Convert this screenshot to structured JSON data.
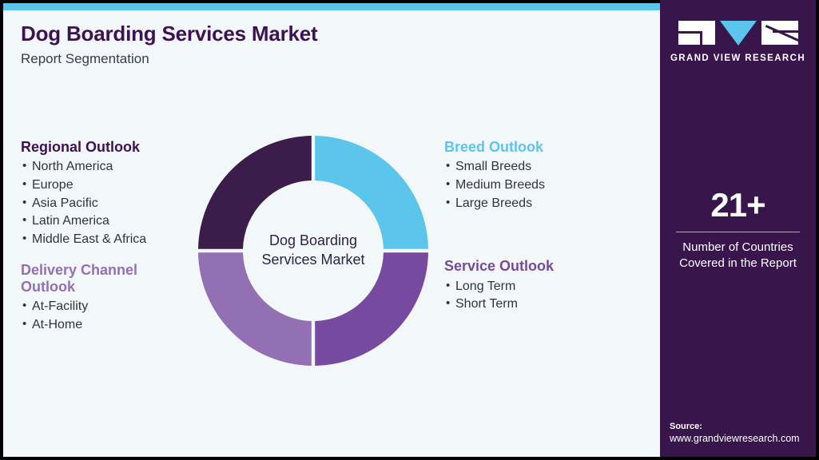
{
  "header": {
    "title": "Dog Boarding Services Market",
    "subtitle": "Report Segmentation"
  },
  "colors": {
    "accent_blue": "#5bc5ec",
    "dark_purple": "#3d1152",
    "panel_purple": "#38164c",
    "mid_purple": "#764a9e",
    "light_purple": "#9370b3",
    "card_background": "#f2f7fa",
    "body_text": "#33333d"
  },
  "chart_data": {
    "type": "pie",
    "title": "Dog Boarding Services Market",
    "center_label_lines": [
      "Dog Boarding",
      "Services Market"
    ],
    "categories": [
      "Breed Outlook",
      "Service Outlook",
      "Delivery Channel Outlook",
      "Regional Outlook"
    ],
    "values": [
      25,
      25,
      25,
      25
    ],
    "colors": [
      "#5bc5ec",
      "#764a9e",
      "#9370b3",
      "#3b1c4a"
    ],
    "donut": true,
    "legend": "none",
    "xlabel": "",
    "ylabel": ""
  },
  "segments": {
    "left": [
      {
        "heading": "Regional Outlook",
        "color": "#3d1152",
        "items": [
          "North America",
          "Europe",
          "Asia Pacific",
          "Latin America",
          "Middle East & Africa"
        ]
      },
      {
        "heading": "Delivery Channel Outlook",
        "color": "#9370b3",
        "items": [
          "At-Facility",
          "At-Home"
        ]
      }
    ],
    "right": [
      {
        "heading": "Breed Outlook",
        "color": "#5bc5ec",
        "items": [
          "Small Breeds",
          "Medium Breeds",
          "Large Breeds"
        ]
      },
      {
        "heading": "Service Outlook",
        "color": "#764a9e",
        "items": [
          "Long Term",
          "Short Term"
        ]
      }
    ]
  },
  "panel": {
    "logo": {
      "mark_letters": [
        "G",
        "V",
        "R"
      ],
      "wordmark": "GRAND VIEW RESEARCH"
    },
    "stat": {
      "value": "21+",
      "caption_line1": "Number of Countries",
      "caption_line2": "Covered in the Report"
    },
    "source": {
      "label": "Source:",
      "url": "www.grandviewresearch.com"
    }
  }
}
